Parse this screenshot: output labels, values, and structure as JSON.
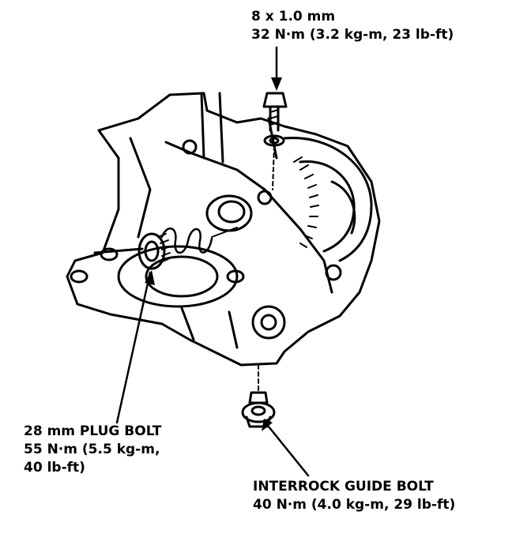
{
  "callouts": {
    "top_bolt": {
      "size": "8 x 1.0 mm",
      "torque": "32 N·m (3.2 kg-m, 23 lb-ft)"
    },
    "plug_bolt": {
      "name": "28 mm PLUG BOLT",
      "torque_line1": "55 N·m (5.5 kg-m,",
      "torque_line2": "40 lb-ft)"
    },
    "guide_bolt": {
      "name": "INTERROCK GUIDE BOLT",
      "torque": "40 N·m (4.0 kg-m, 29 lb-ft)"
    }
  },
  "colors": {
    "ink": "#000000",
    "paper": "#ffffff"
  }
}
